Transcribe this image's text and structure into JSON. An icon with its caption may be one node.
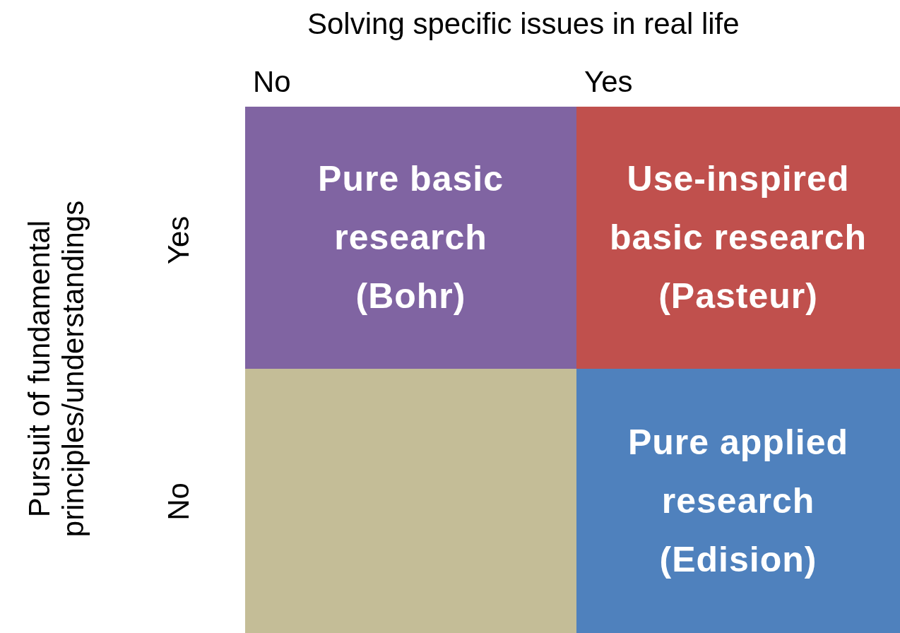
{
  "diagram": {
    "nodes": [
      {
        "text": [
          "Pure basic research (Bohr)"
        ]
      },
      {
        "text": [
          "Use-inspired basic research (Pasteur)"
        ]
      },
      {
        "text": [],
        "shape": "box"
      },
      {
        "text": [
          "Pure applied research (Edision)"
        ]
      }
    ],
    "labels": [
      "Solving specific issues in real life",
      "No",
      "Yes",
      "Pursuit of fundamental principles/understandings",
      "Yes",
      "No"
    ]
  }
}
